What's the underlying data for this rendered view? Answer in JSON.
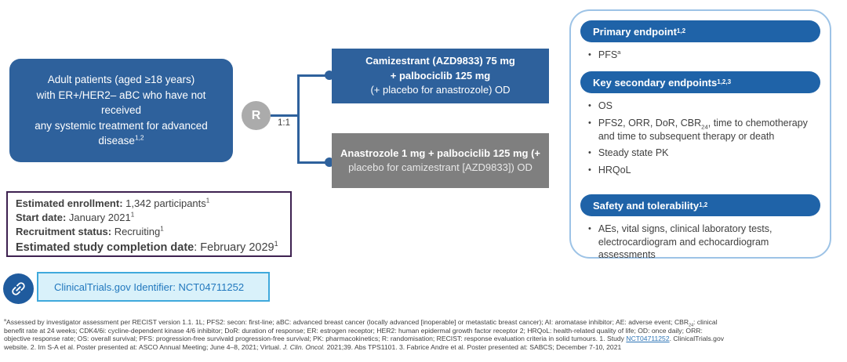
{
  "palette": {
    "box_blue": "#2E619C",
    "pill_blue": "#1F63A8",
    "gray_box": "#7F7F7F",
    "r_gray": "#ABABAB",
    "panel_border": "#9DC3E6",
    "purple_border": "#3E2150",
    "nct_fill": "#D9F1FA",
    "nct_border": "#3FA9DC",
    "nct_text": "#2278BE",
    "icon_blue": "#1F5B9E",
    "text_dark": "#404040",
    "link_blue": "#2E75B6",
    "dim_white": "#E8E8E8"
  },
  "flow": {
    "patient_box": {
      "line1": "Adult patients (aged ≥18 years)",
      "line2": "with ER+/HER2– aBC who have not received",
      "line3": "any systemic treatment for advanced",
      "line4": "disease",
      "sup": "1,2"
    },
    "randomization": {
      "label": "R",
      "ratio": "1:1"
    },
    "arm_top": {
      "bold1": "Camizestrant (AZD9833) 75 mg",
      "bold2": "+ palbociclib 125 mg",
      "regular": "(+ placebo for anastrozole) OD"
    },
    "arm_bottom": {
      "bold": "Anastrozole 1 mg + palbociclib 125 mg (+",
      "regular": "placebo for camizestrant [AZD9833]) OD"
    }
  },
  "endpoints_panel": {
    "sections": [
      {
        "header": "Primary endpoint",
        "header_sup": "1,2",
        "gap_before": false,
        "bullets": [
          [
            {
              "t": "PFS"
            },
            {
              "t": "a",
              "s": "sup"
            }
          ]
        ]
      },
      {
        "header": "Key secondary endpoints",
        "header_sup": "1,2,3",
        "gap_before": false,
        "bullets": [
          [
            {
              "t": "OS"
            }
          ],
          [
            {
              "t": "PFS2, ORR, DoR, CBR"
            },
            {
              "t": "24",
              "s": "sub"
            },
            {
              "t": ", time to chemotherapy and time to subsequent therapy or death"
            }
          ],
          [
            {
              "t": "Steady state PK"
            }
          ],
          [
            {
              "t": "HRQoL"
            }
          ]
        ]
      },
      {
        "header": "Safety and tolerability",
        "header_sup": "1,2",
        "gap_before": true,
        "bullets": [
          [
            {
              "t": "AEs, vital signs, clinical laboratory tests, electrocardiogram and echocardiogram assessments"
            }
          ]
        ]
      }
    ]
  },
  "enrollment": {
    "lines": [
      {
        "label": "Estimated enrollment:",
        "value": " 1,342 participants",
        "sup": "1",
        "alt": false
      },
      {
        "label": "Start date:",
        "value": " January 2021",
        "sup": "1",
        "alt": false
      },
      {
        "label": "Recruitment status:",
        "value": " Recruiting",
        "sup": "1",
        "alt": false
      },
      {
        "label": "Estimated study completion date",
        "value": ": February 2029",
        "sup": "1",
        "alt": true
      }
    ]
  },
  "nct": {
    "text": "ClinicalTrials.gov Identifier: NCT04711252"
  },
  "footnote": {
    "lines": [
      [
        {
          "t": "a",
          "s": "sup"
        },
        {
          "t": "Assessed by investigator assessment per RECIST version 1.1. 1L; PFS2: secon: first-line; aBC: advanced breast cancer (locally advanced [inoperable] or metastatic breast cancer); AI: aromatase inhibitor; AE: adverse event; CBR"
        },
        {
          "t": "24",
          "s": "sub"
        },
        {
          "t": ": clinical"
        }
      ],
      [
        {
          "t": "benefit rate at 24 weeks; CDK4/6i: cycline-dependent kinase 4/6 inhibitor; DoR: duration of response; ER: estrogen receptor; HER2: human epidermal growth factor receptor 2; HRQoL: health-related quality of life; OD: once daily; ORR:"
        }
      ],
      [
        {
          "t": "objective response rate; OS: overall survival; PFS: progression-free survivald progression-free survival; PK: pharmacokinetics; R: randomisation; RECIST: response evaluation criteria in solid tumours. 1. Study "
        },
        {
          "t": "NCT04711252",
          "s": "link"
        },
        {
          "t": ". ClinicalTrials.gov"
        }
      ],
      [
        {
          "t": "website. 2. Im S-A et al. Poster presented at: ASCO Annual Meeting; June 4–8, 2021; Virtual. "
        },
        {
          "t": "J. Clin. Oncol.",
          "s": "italic"
        },
        {
          "t": " 2021;39. Abs TPS1101. 3. Fabrice Andre et al. Poster presented at: SABCS; December 7-10, 2021"
        }
      ]
    ]
  }
}
